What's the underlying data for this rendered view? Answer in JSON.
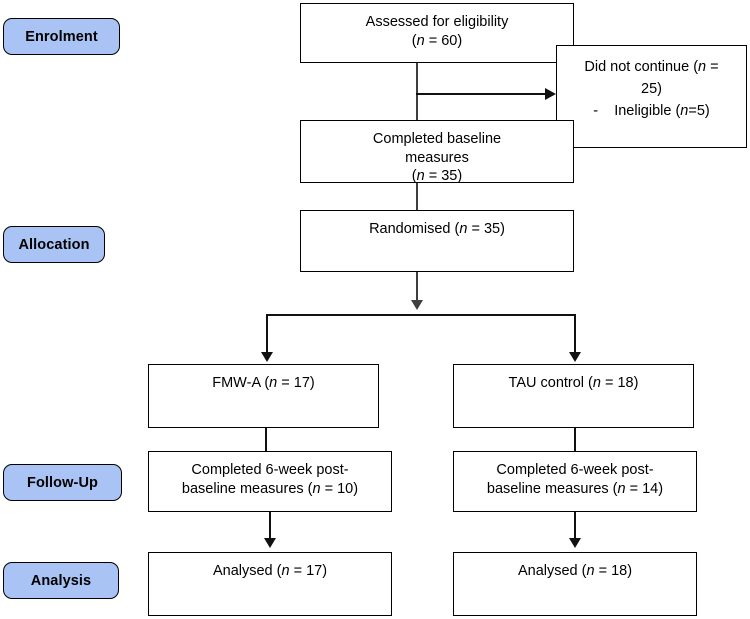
{
  "diagram": {
    "type": "consort-flow-diagram",
    "title": "",
    "stages": [
      {
        "id": "enrolment",
        "label": "Enrolment"
      },
      {
        "id": "allocation",
        "label": "Allocation"
      },
      {
        "id": "followup",
        "label": "Follow-Up"
      },
      {
        "id": "analysis",
        "label": "Analysis"
      }
    ],
    "nodes": {
      "assessed": {
        "text": "Assessed for eligibility\n(n = 60)",
        "line1": "Assessed for eligibility",
        "line2": "(n = 60)",
        "n": 60
      },
      "excluded": {
        "line1": "Did not continue (n =",
        "line2": "25)",
        "bullet": "-    Ineligible (n=5)",
        "did_not_continue_n": 25,
        "ineligible_n": 5
      },
      "baseline": {
        "text": "Completed baseline\nmeasures\n(n = 35)",
        "line1": "Completed baseline",
        "line2": "measures",
        "line3": "(n = 35)",
        "n": 35
      },
      "randomised": {
        "text": "Randomised (n = 35)",
        "n": 35
      },
      "arm_left": {
        "text": "FMW-A (n = 17)",
        "n": 17
      },
      "arm_right": {
        "text": "TAU control (n = 18)",
        "n": 18
      },
      "followup_left": {
        "text": "Completed 6-week post-\nbaseline measures (n = 10)",
        "line1": "Completed 6-week post-",
        "line2": "baseline measures (n = 10)",
        "n": 10
      },
      "followup_right": {
        "text": "Completed 6-week post-\nbaseline measures (n = 14)",
        "line1": "Completed 6-week post-",
        "line2": "baseline measures (n = 14)",
        "n": 14
      },
      "analysed_left": {
        "text": "Analysed (n = 17)",
        "n": 17
      },
      "analysed_right": {
        "text": "Analysed (n = 18)",
        "n": 18
      }
    },
    "colors": {
      "stage_fill": "#a9c4f4",
      "stage_border": "#000000",
      "node_border": "#000000",
      "connector": "#3f3f3f",
      "text": "#000000",
      "background": "#ffffff"
    }
  }
}
